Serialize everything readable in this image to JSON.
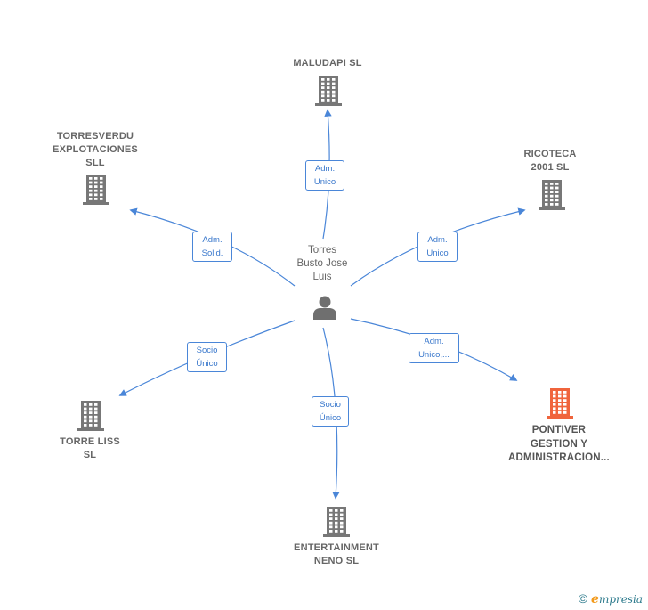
{
  "center": {
    "label": "Torres\nBusto Jose\nLuis",
    "icon": "person-icon"
  },
  "nodes": [
    {
      "id": "maludapi",
      "label": "MALUDAPI SL",
      "icon": "building-icon",
      "color": "#777777"
    },
    {
      "id": "ricoteca",
      "label": "RICOTECA\n2001  SL",
      "icon": "building-icon",
      "color": "#777777"
    },
    {
      "id": "pontiver",
      "label": "PONTIVER\nGESTION Y\nADMINISTRACION...",
      "icon": "building-icon",
      "color": "#f0643c"
    },
    {
      "id": "entertainment",
      "label": "ENTERTAINMENT\nNENO SL",
      "icon": "building-icon",
      "color": "#777777"
    },
    {
      "id": "torreliss",
      "label": "TORRE LISS\nSL",
      "icon": "building-icon",
      "color": "#777777"
    },
    {
      "id": "torresverdu",
      "label": "TORRESVERDU\nEXPLOTACIONES\nSLL",
      "icon": "building-icon",
      "color": "#777777"
    }
  ],
  "edges": [
    {
      "to": "maludapi",
      "label": "Adm.\nUnico"
    },
    {
      "to": "ricoteca",
      "label": "Adm.\nUnico"
    },
    {
      "to": "pontiver",
      "label": "Adm.\nUnico,..."
    },
    {
      "to": "entertainment",
      "label": "Socio\nÚnico"
    },
    {
      "to": "torreliss",
      "label": "Socio\nÚnico"
    },
    {
      "to": "torresverdu",
      "label": "Adm.\nSolid."
    }
  ],
  "footer": {
    "copyright": "©",
    "brand_first": "e",
    "brand_rest": "mpresia"
  },
  "colors": {
    "edge": "#4a86d8",
    "node": "#777777",
    "highlight": "#f0643c"
  }
}
